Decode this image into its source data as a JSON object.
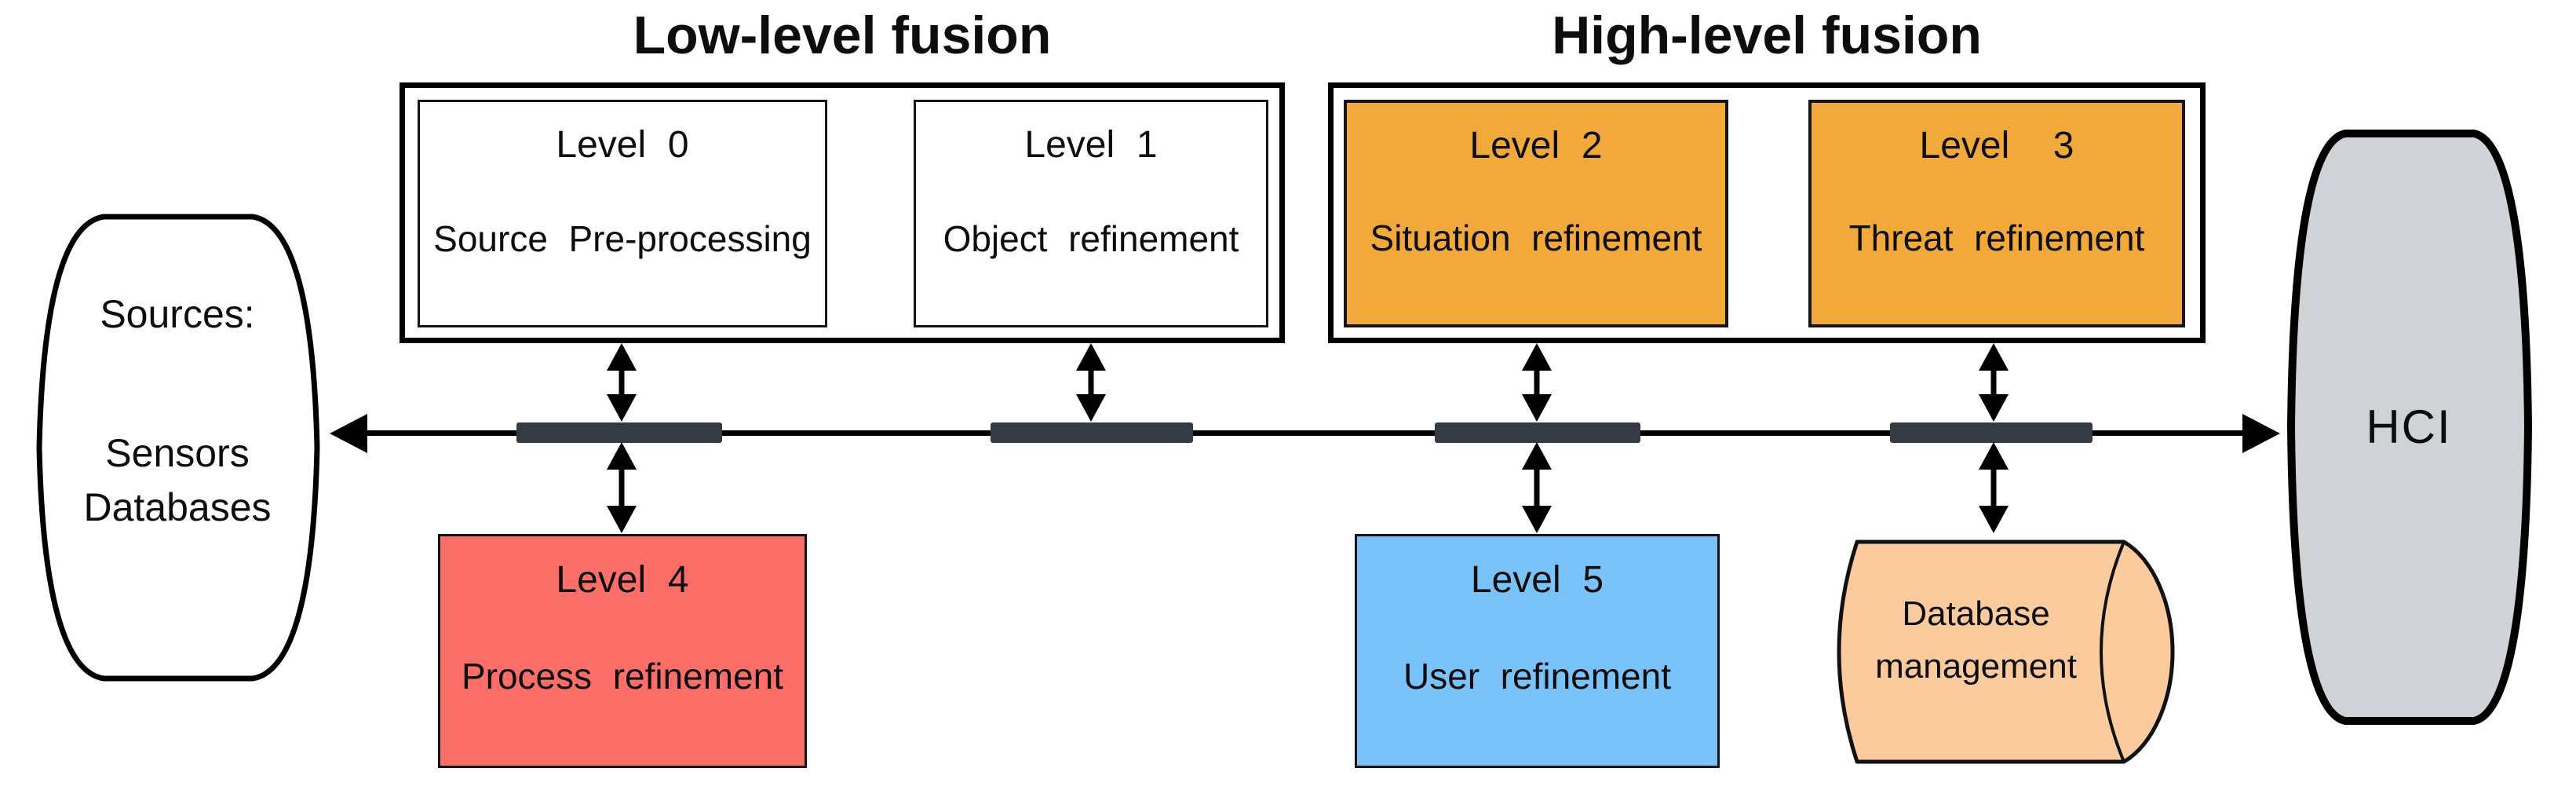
{
  "diagram": {
    "section_titles": {
      "low": "Low-level fusion",
      "high": "High-level fusion"
    },
    "sources": {
      "line1": "Sources:",
      "line2": "Sensors",
      "line3": "Databases"
    },
    "hci": {
      "label": "HCI"
    },
    "levels": [
      {
        "id": "level-0",
        "title": "Level 0",
        "subtitle": "Source Pre-processing"
      },
      {
        "id": "level-1",
        "title": "Level 1",
        "subtitle": "Object refinement"
      },
      {
        "id": "level-2",
        "title": "Level 2",
        "subtitle": "Situation refinement"
      },
      {
        "id": "level-3",
        "title": "Level  3",
        "subtitle": "Threat refinement"
      },
      {
        "id": "level-4",
        "title": "Level 4",
        "subtitle": "Process refinement"
      },
      {
        "id": "level-5",
        "title": "Level 5",
        "subtitle": "User refinement"
      }
    ],
    "database": {
      "line1": "Database",
      "line2": "management"
    },
    "colors": {
      "orange": "#F2A93B",
      "red": "#FC6F69",
      "blue": "#7AC3FA",
      "peach": "#FBCA9D",
      "gray": "#CFD2D6",
      "bus_segment": "#343B42",
      "white": "#ffffff",
      "black": "#000000"
    }
  }
}
